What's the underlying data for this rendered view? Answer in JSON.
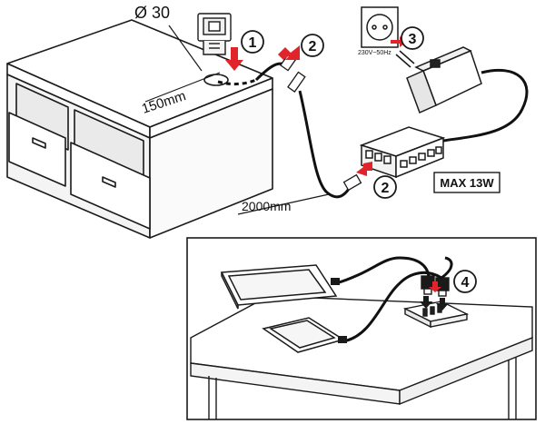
{
  "labels": {
    "hole_diameter": "Ø 30",
    "cutout_depth": "150mm",
    "cable_length": "2000mm",
    "voltage": "230V~50Hz",
    "max_power": "MAX 13W"
  },
  "steps": [
    {
      "number": "1"
    },
    {
      "number": "2"
    },
    {
      "number": "3"
    },
    {
      "number": "2"
    },
    {
      "number": "4"
    }
  ],
  "colors": {
    "arrow": "#e0242a",
    "line": "#1a1a1a",
    "cable": "#111111"
  }
}
